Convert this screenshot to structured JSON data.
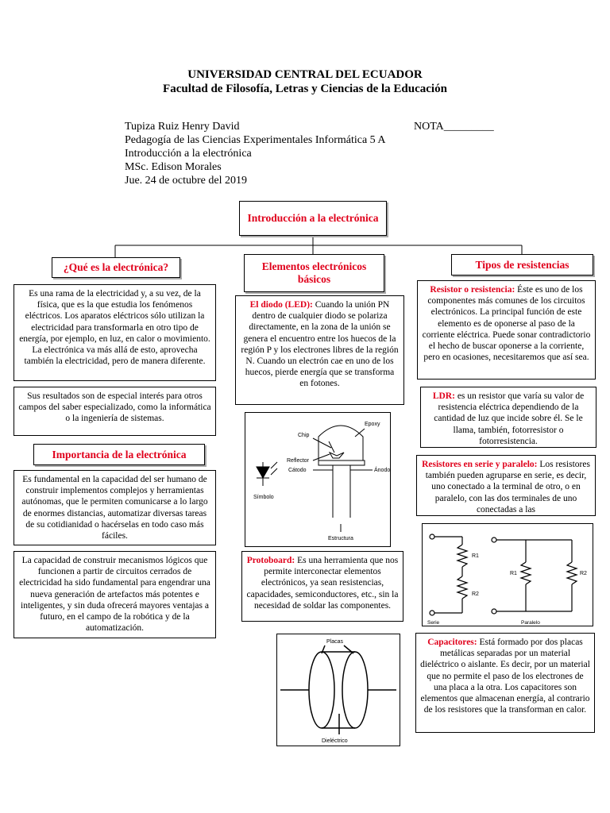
{
  "header": {
    "university": "UNIVERSIDAD CENTRAL DEL ECUADOR",
    "faculty": "Facultad de Filosofía, Letras y Ciencias de la Educación"
  },
  "info": {
    "student": "Tupiza Ruiz Henry David",
    "grade": "NOTA_________",
    "program": "Pedagogía de las Ciencias Experimentales Informática 5 A",
    "subject": "Introducción a la electrónica",
    "teacher": "MSc. Edison Morales",
    "date": "Jue. 24 de octubre del 2019"
  },
  "map": {
    "root": "Introducción a la electrónica",
    "col1": {
      "heading": "¿Qué es la electrónica?",
      "definition": "Es una rama de la electricidad y, a su vez, de la física, que es la que estudia los fenómenos eléctricos. Los aparatos eléctricos sólo utilizan la electricidad para transformarla en otro tipo de energía, por ejemplo, en luz, en calor o movimiento. La electrónica va más allá de esto, aprovecha también la electricidad, pero de manera diferente.",
      "results": "Sus resultados son de especial interés para otros campos del saber especializado, como la informática o la ingeniería de sistemas.",
      "importance_heading": "Importancia de la electrónica",
      "importance_1": "Es fundamental en la capacidad del ser humano de construir implementos complejos y herramientas autónomas, que le permiten comunicarse a lo largo de enormes distancias, automatizar diversas tareas de su cotidianidad o hacérselas en todo caso más fáciles.",
      "importance_2": "La capacidad de construir mecanismos lógicos que funcionen a partir de circuitos cerrados de electricidad ha sido fundamental para engendrar una nueva generación de artefactos más potentes e inteligentes, y sin duda ofrecerá mayores ventajas a futuro, en el campo de la robótica y de la automatización."
    },
    "col2": {
      "heading": "Elementos electrónicos básicos",
      "diode_label": "El diodo (LED):",
      "diode_text": " Cuando la unión PN dentro de cualquier diodo se polariza directamente, en la zona de la unión se genera el encuentro entre los huecos de la región P y los electrones libres de la región N. Cuando un electrón cae en uno de los huecos, pierde energía que se transforma en fotones.",
      "led_fig": {
        "epoxy": "Epoxy",
        "chip": "Chip",
        "reflector": "Reflector",
        "cathode": "Cátodo",
        "anode": "Ánodo",
        "symbol": "Símbolo",
        "structure": "Estructura"
      },
      "proto_label": "Protoboard:",
      "proto_text": " Es una herramienta que nos permite interconectar elementos electrónicos, ya sean resistencias, capacidades, semiconductores, etc., sin la necesidad de soldar las componentes.",
      "cap_fig": {
        "plates": "Placas",
        "dielectric": "Dieléctrico"
      }
    },
    "col3": {
      "heading": "Tipos de resistencias",
      "resistor_label": "Resistor o resistencia:",
      "resistor_text": " Éste es uno de los componentes más comunes de los circuitos electrónicos. La principal función de este elemento es de oponerse al paso de la corriente eléctrica. Puede sonar contradictorio el hecho de buscar oponerse a la corriente, pero en ocasiones, necesitaremos que así sea.",
      "ldr_label": "LDR:",
      "ldr_text": " es un resistor que varía su valor de resistencia eléctrica dependiendo de la cantidad de luz que incide sobre él. Se le llama, también, fotorresistor o fotorresistencia.",
      "series_label": "Resistores en serie y paralelo:",
      "series_text": " Los resistores también pueden agruparse en serie, es decir, uno conectado a la terminal de otro, o en paralelo, con las dos terminales de uno conectadas a las",
      "circuit_fig": {
        "r1": "R1",
        "r2": "R2",
        "series": "Serie",
        "parallel": "Paralelo"
      },
      "capacitor_label": "Capacitores:",
      "capacitor_text": " Está formado por dos placas metálicas separadas por un material dieléctrico o aislante. Es decir, por un material que no permite el paso de los electrones de una placa a la otra. Los capacitores son elementos que almacenan energía, al contrario de los resistores que la transforman en calor."
    }
  }
}
